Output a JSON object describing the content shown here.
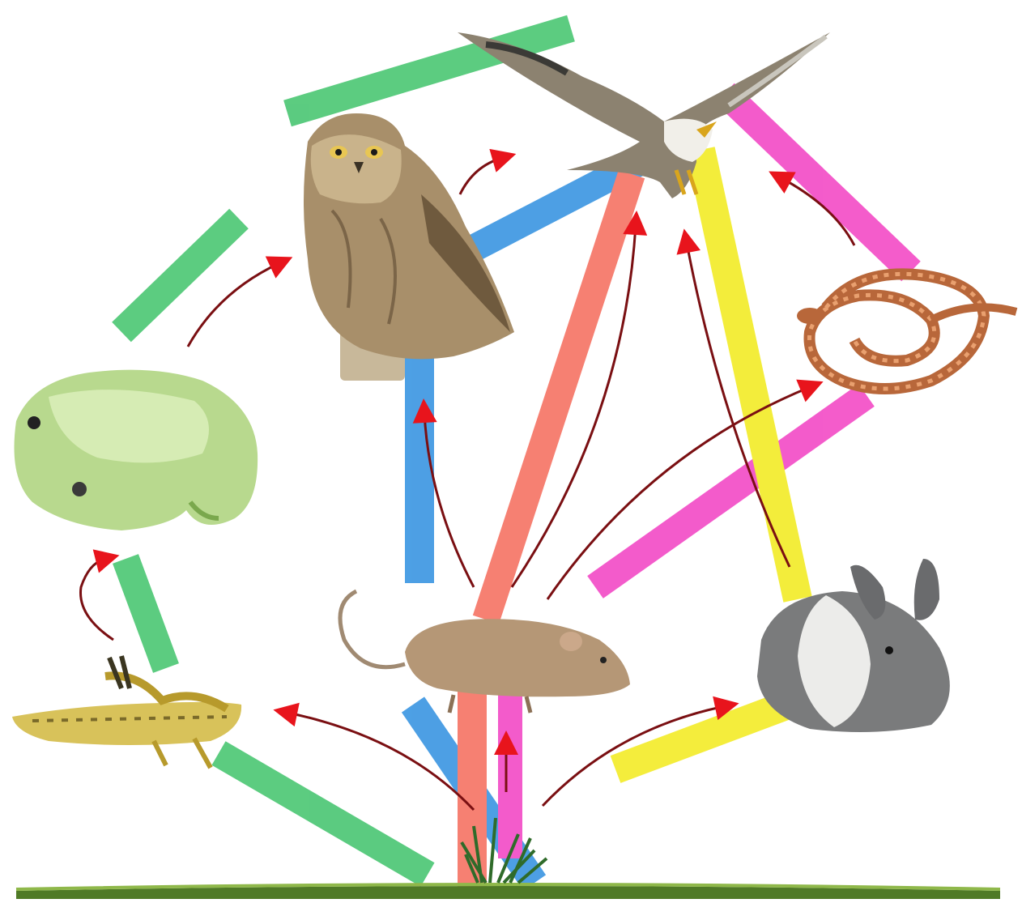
{
  "diagram": {
    "type": "food-web",
    "organisms": [
      {
        "id": "hawk",
        "icon": "hawk-icon"
      },
      {
        "id": "owl",
        "icon": "owl-icon"
      },
      {
        "id": "frog",
        "icon": "frog-icon"
      },
      {
        "id": "snake",
        "icon": "snake-icon"
      },
      {
        "id": "grasshopper",
        "icon": "grasshopper-icon"
      },
      {
        "id": "mouse",
        "icon": "mouse-icon"
      },
      {
        "id": "rabbit",
        "icon": "rabbit-icon"
      },
      {
        "id": "grass",
        "icon": "grass-icon"
      }
    ],
    "food_chains": [
      {
        "color": "#3fc36a",
        "links": [
          "grass",
          "grasshopper",
          "frog",
          "owl",
          "hawk"
        ]
      },
      {
        "color": "#2e8fe0",
        "links": [
          "grass",
          "mouse",
          "owl",
          "hawk"
        ]
      },
      {
        "color": "#f56a5a",
        "links": [
          "grass",
          "mouse",
          "hawk"
        ]
      },
      {
        "color": "#f23fc2",
        "links": [
          "grass",
          "mouse",
          "snake",
          "hawk"
        ]
      },
      {
        "color": "#f2ea1a",
        "links": [
          "grass",
          "rabbit",
          "hawk"
        ]
      }
    ],
    "arrows": [
      {
        "from": "grass",
        "to": "grasshopper"
      },
      {
        "from": "grass",
        "to": "mouse"
      },
      {
        "from": "grass",
        "to": "rabbit"
      },
      {
        "from": "grasshopper",
        "to": "frog"
      },
      {
        "from": "frog",
        "to": "owl"
      },
      {
        "from": "owl",
        "to": "hawk"
      },
      {
        "from": "mouse",
        "to": "owl"
      },
      {
        "from": "mouse",
        "to": "hawk"
      },
      {
        "from": "mouse",
        "to": "snake"
      },
      {
        "from": "rabbit",
        "to": "hawk"
      },
      {
        "from": "snake",
        "to": "hawk"
      }
    ],
    "colors": {
      "arrow": "#7a0f12",
      "arrowhead": "#e8141c",
      "ground": "#4f7a26"
    }
  }
}
